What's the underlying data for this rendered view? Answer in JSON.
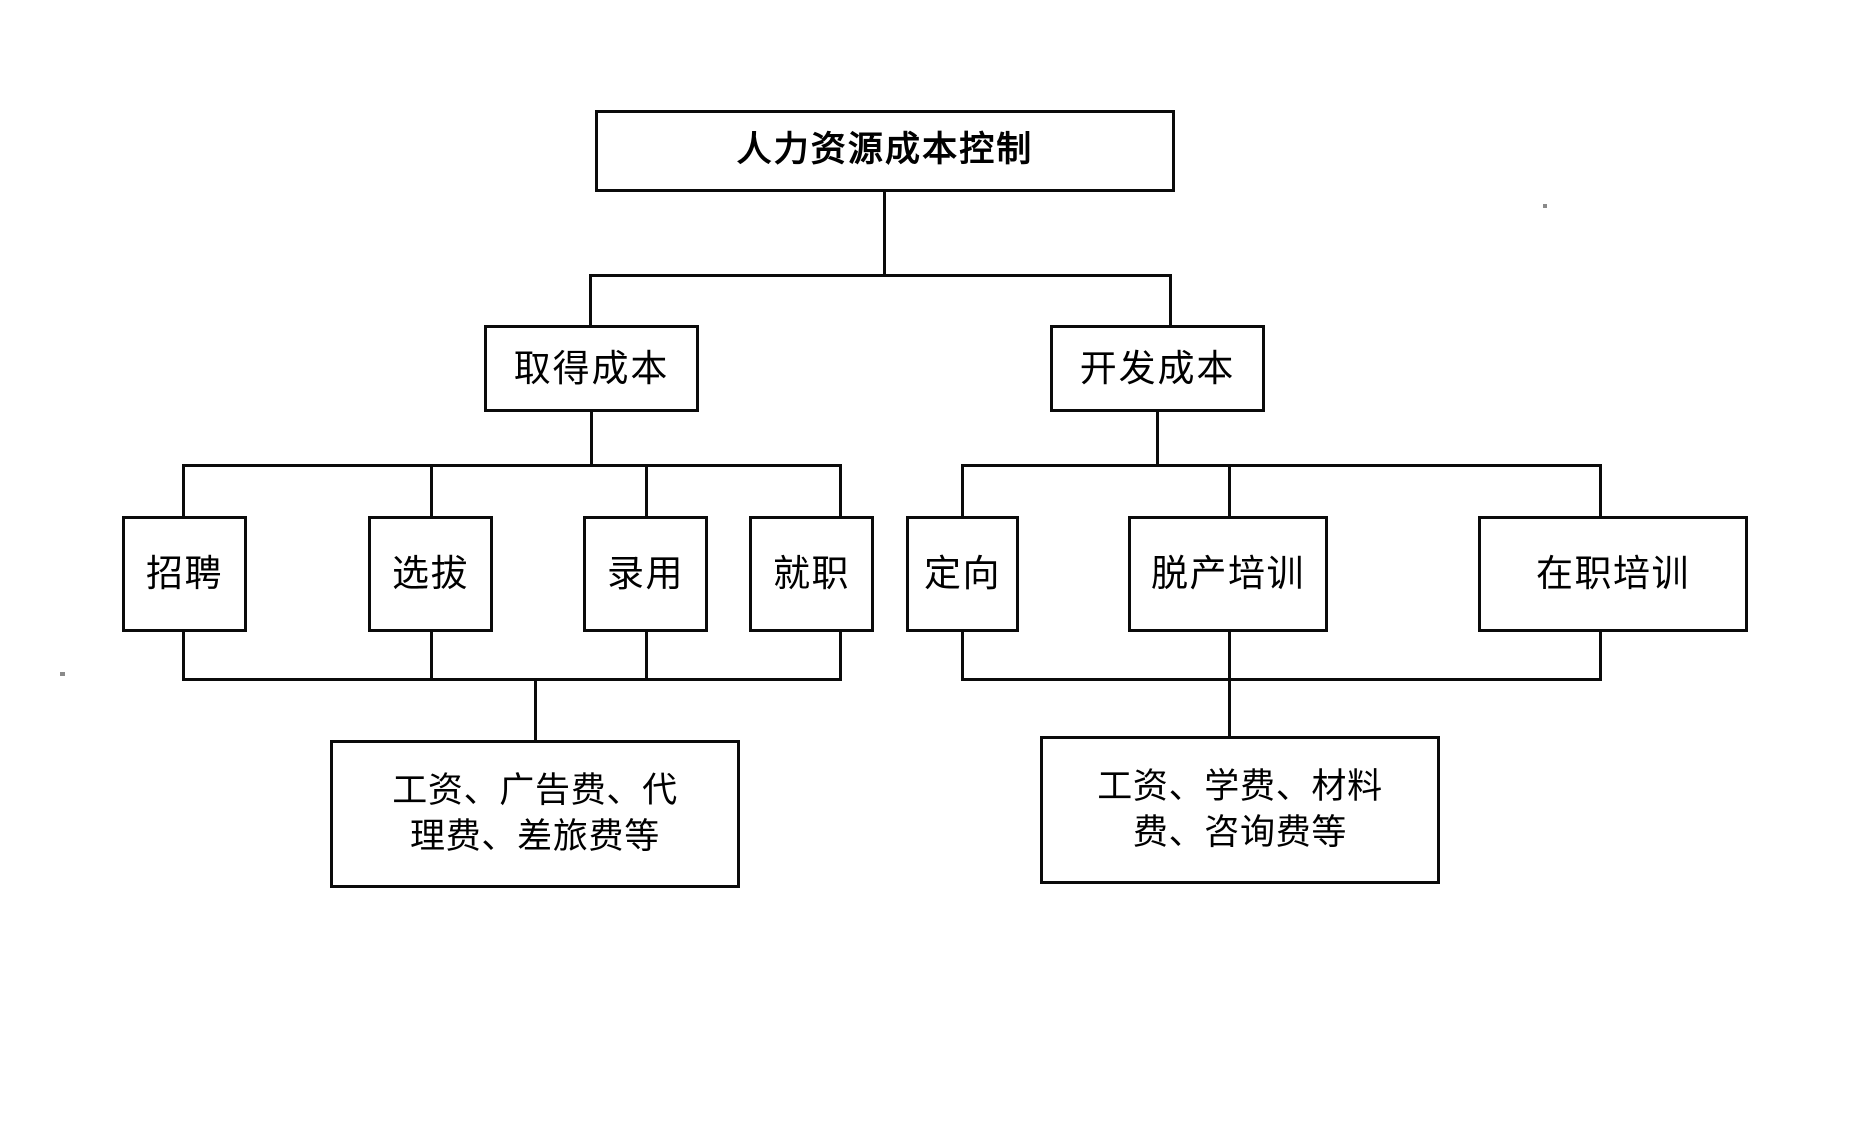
{
  "diagram": {
    "type": "tree",
    "title": "人力资源成本控制",
    "root": {
      "label": "人力资源成本控制"
    },
    "branches": [
      {
        "label": "取得成本",
        "children": [
          "招聘",
          "选拔",
          "录用",
          "就职"
        ],
        "summary_line1": "工资、广告费、代",
        "summary_line2": "理费、差旅费等"
      },
      {
        "label": "开发成本",
        "children": [
          "定向",
          "脱产培训",
          "在职培训"
        ],
        "summary_line1": "工资、学费、材料",
        "summary_line2": "费、咨询费等"
      }
    ],
    "nodes": {
      "root": "人力资源成本控制",
      "acquire_cost": "取得成本",
      "develop_cost": "开发成本",
      "recruit": "招聘",
      "select": "选拔",
      "hire": "录用",
      "onboard": "就职",
      "orientation": "定向",
      "offjob_training": "脱产培训",
      "onjob_training": "在职培训",
      "acquire_summary": "工资、广告费、代\n理费、差旅费等",
      "develop_summary": "工资、学费、材料\n费、咨询费等"
    },
    "colors": {
      "line": "#0b0b0b",
      "background": "#ffffff",
      "text": "#000000"
    }
  }
}
